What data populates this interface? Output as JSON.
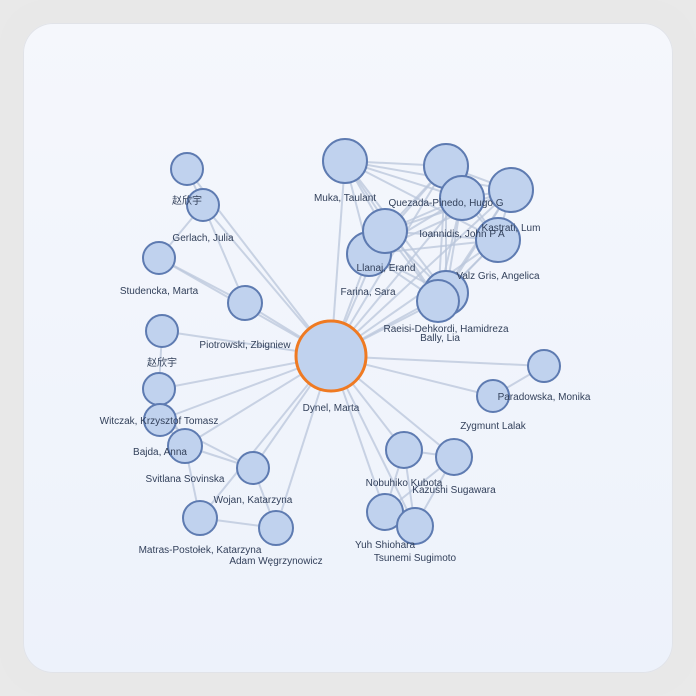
{
  "graph": {
    "center_node": "Dynel, Marta",
    "nodes": [
      {
        "id": "dynel",
        "label": "Dynel, Marta",
        "photo": true,
        "center": true
      },
      {
        "id": "zhao_top",
        "label": "赵欣宇"
      },
      {
        "id": "gerlach",
        "label": "Gerlach, Julia",
        "photo": true
      },
      {
        "id": "studencka",
        "label": "Studencka, Marta",
        "photo": true
      },
      {
        "id": "piotrowski",
        "label": "Piotrowski, Zbigniew",
        "photo": true
      },
      {
        "id": "zhao2",
        "label": "赵欣宇"
      },
      {
        "id": "witczak",
        "label": "Witczak, Krzysztof Tomasz"
      },
      {
        "id": "bajda",
        "label": "Bajda, Anna",
        "photo": true
      },
      {
        "id": "sviltana",
        "label": "Svitlana Sovinska"
      },
      {
        "id": "wojan",
        "label": "Wojan, Katarzyna"
      },
      {
        "id": "matras",
        "label": "Matras-Postołek, Katarzyna"
      },
      {
        "id": "adam",
        "label": "Adam Węgrzynowicz"
      },
      {
        "id": "muka",
        "label": "Muka, Taulant"
      },
      {
        "id": "quezada",
        "label": "Quezada-Pinedo, Hugo G"
      },
      {
        "id": "kastrati",
        "label": "Kastrati, Lum"
      },
      {
        "id": "ioannidis",
        "label": "Ioannidis, John P A"
      },
      {
        "id": "llanaj",
        "label": "Llanaj, Erand"
      },
      {
        "id": "farina",
        "label": "Farina, Sara"
      },
      {
        "id": "valz",
        "label": "Valz Gris, Angelica"
      },
      {
        "id": "raeisi",
        "label": "Raeisi-Dehkordi, Hamidreza"
      },
      {
        "id": "bally",
        "label": "Bally, Lia"
      },
      {
        "id": "paradowska",
        "label": "Paradowska, Monika"
      },
      {
        "id": "zygmunt",
        "label": "Zygmunt Lalak",
        "photo": true
      },
      {
        "id": "kubota",
        "label": "Nobuhiko Kubota"
      },
      {
        "id": "sugawara",
        "label": "Kazushi Sugawara"
      },
      {
        "id": "shiohara",
        "label": "Yuh Shiohara"
      },
      {
        "id": "sugimoto",
        "label": "Tsunemi Sugimoto"
      }
    ],
    "edges": [
      [
        "dynel",
        "zhao_top"
      ],
      [
        "dynel",
        "gerlach"
      ],
      [
        "dynel",
        "studencka"
      ],
      [
        "dynel",
        "piotrowski"
      ],
      [
        "dynel",
        "zhao2"
      ],
      [
        "dynel",
        "witczak"
      ],
      [
        "dynel",
        "bajda"
      ],
      [
        "dynel",
        "sviltana"
      ],
      [
        "dynel",
        "wojan"
      ],
      [
        "dynel",
        "matras"
      ],
      [
        "dynel",
        "adam"
      ],
      [
        "dynel",
        "muka"
      ],
      [
        "dynel",
        "quezada"
      ],
      [
        "dynel",
        "kastrati"
      ],
      [
        "dynel",
        "ioannidis"
      ],
      [
        "dynel",
        "llanaj"
      ],
      [
        "dynel",
        "farina"
      ],
      [
        "dynel",
        "valz"
      ],
      [
        "dynel",
        "raeisi"
      ],
      [
        "dynel",
        "bally"
      ],
      [
        "dynel",
        "paradowska"
      ],
      [
        "dynel",
        "zygmunt"
      ],
      [
        "dynel",
        "kubota"
      ],
      [
        "dynel",
        "sugawara"
      ],
      [
        "dynel",
        "shiohara"
      ],
      [
        "dynel",
        "sugimoto"
      ],
      [
        "zhao_top",
        "gerlach"
      ],
      [
        "gerlach",
        "studencka"
      ],
      [
        "studencka",
        "piotrowski"
      ],
      [
        "gerlach",
        "piotrowski"
      ],
      [
        "zhao2",
        "witczak"
      ],
      [
        "witczak",
        "bajda"
      ],
      [
        "witczak",
        "sviltana"
      ],
      [
        "bajda",
        "sviltana"
      ],
      [
        "bajda",
        "wojan"
      ],
      [
        "sviltana",
        "matras"
      ],
      [
        "matras",
        "adam"
      ],
      [
        "wojan",
        "adam"
      ],
      [
        "sviltana",
        "wojan"
      ],
      [
        "muka",
        "quezada"
      ],
      [
        "muka",
        "kastrati"
      ],
      [
        "muka",
        "ioannidis"
      ],
      [
        "muka",
        "llanaj"
      ],
      [
        "muka",
        "farina"
      ],
      [
        "muka",
        "valz"
      ],
      [
        "muka",
        "raeisi"
      ],
      [
        "muka",
        "bally"
      ],
      [
        "quezada",
        "kastrati"
      ],
      [
        "quezada",
        "ioannidis"
      ],
      [
        "quezada",
        "llanaj"
      ],
      [
        "quezada",
        "farina"
      ],
      [
        "quezada",
        "valz"
      ],
      [
        "quezada",
        "raeisi"
      ],
      [
        "quezada",
        "bally"
      ],
      [
        "kastrati",
        "ioannidis"
      ],
      [
        "kastrati",
        "llanaj"
      ],
      [
        "kastrati",
        "farina"
      ],
      [
        "kastrati",
        "valz"
      ],
      [
        "kastrati",
        "raeisi"
      ],
      [
        "kastrati",
        "bally"
      ],
      [
        "ioannidis",
        "llanaj"
      ],
      [
        "ioannidis",
        "farina"
      ],
      [
        "ioannidis",
        "valz"
      ],
      [
        "ioannidis",
        "raeisi"
      ],
      [
        "ioannidis",
        "bally"
      ],
      [
        "llanaj",
        "farina"
      ],
      [
        "llanaj",
        "valz"
      ],
      [
        "llanaj",
        "raeisi"
      ],
      [
        "llanaj",
        "bally"
      ],
      [
        "farina",
        "valz"
      ],
      [
        "farina",
        "raeisi"
      ],
      [
        "farina",
        "bally"
      ],
      [
        "valz",
        "raeisi"
      ],
      [
        "valz",
        "bally"
      ],
      [
        "raeisi",
        "bally"
      ],
      [
        "kubota",
        "sugawara"
      ],
      [
        "kubota",
        "shiohara"
      ],
      [
        "kubota",
        "sugimoto"
      ],
      [
        "sugawara",
        "shiohara"
      ],
      [
        "sugawara",
        "sugimoto"
      ],
      [
        "shiohara",
        "sugimoto"
      ],
      [
        "paradowska",
        "zygmunt"
      ]
    ]
  }
}
